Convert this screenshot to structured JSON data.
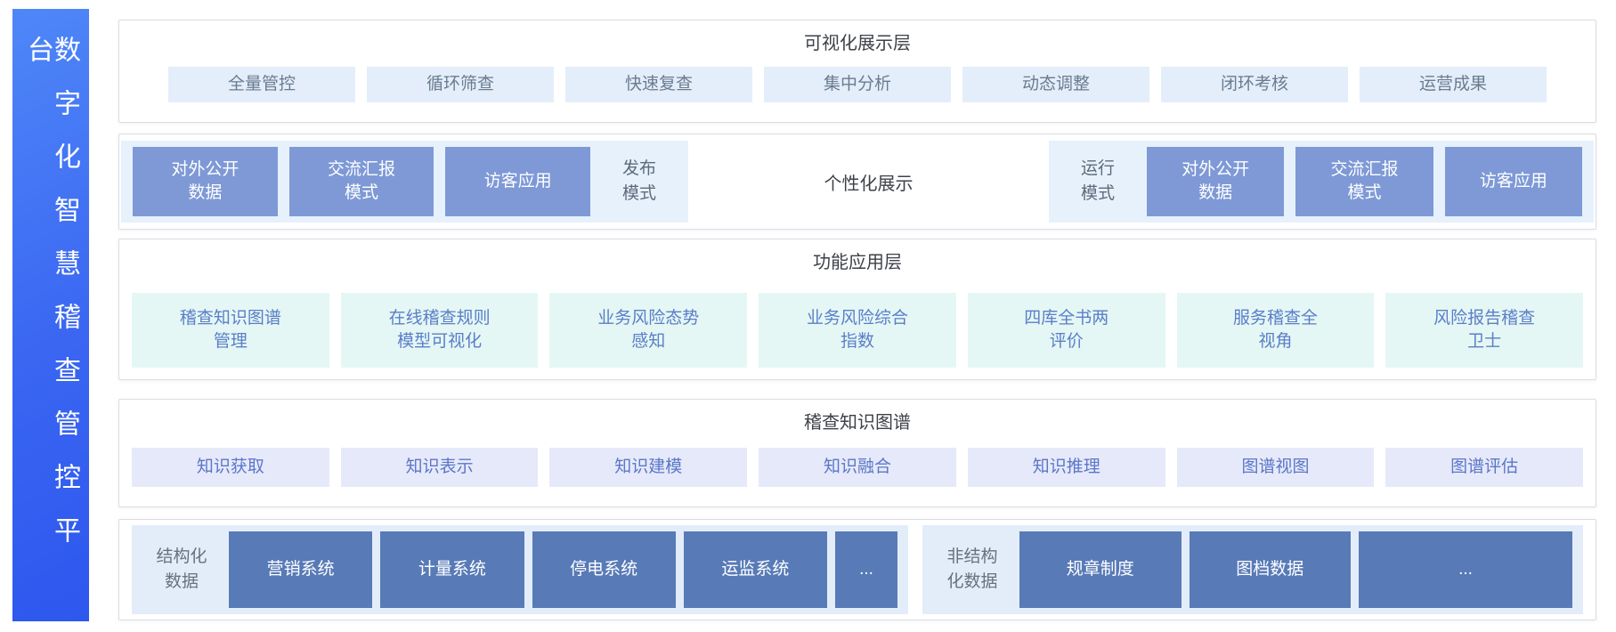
{
  "sidebar": {
    "title": "数字化智慧稽查管控平台"
  },
  "visual_layer": {
    "title": "可视化展示层",
    "items": [
      "全量管控",
      "循环筛查",
      "快速复查",
      "集中分析",
      "动态调整",
      "闭环考核",
      "运营成果"
    ]
  },
  "display_layer": {
    "center_title": "个性化展示",
    "publish_group": {
      "label": "发布\n模式",
      "items": [
        "对外公开\n数据",
        "交流汇报\n模式",
        "访客应用"
      ]
    },
    "run_group": {
      "label": "运行\n模式",
      "items": [
        "对外公开\n数据",
        "交流汇报\n模式",
        "访客应用"
      ]
    }
  },
  "function_layer": {
    "title": "功能应用层",
    "items": [
      "稽查知识图谱\n管理",
      "在线稽查规则\n模型可视化",
      "业务风险态势\n感知",
      "业务风险综合\n指数",
      "四库全书两\n评价",
      "服务稽查全\n视角",
      "风险报告稽查\n卫士"
    ]
  },
  "knowledge_layer": {
    "title": "稽查知识图谱",
    "items": [
      "知识获取",
      "知识表示",
      "知识建模",
      "知识融合",
      "知识推理",
      "图谱视图",
      "图谱评估"
    ]
  },
  "data_layer": {
    "structured": {
      "label": "结构化\n数据",
      "items": [
        "营销系统",
        "计量系统",
        "停电系统",
        "运监系统"
      ],
      "more": "..."
    },
    "unstructured": {
      "label": "非结构\n化数据",
      "items": [
        "规章制度",
        "图档数据"
      ],
      "more": "..."
    }
  },
  "colors": {
    "sidebar_gradient_start": "#4f87f8",
    "sidebar_gradient_end": "#2d57ee",
    "box_border": "#d9dde4",
    "title_text": "#3d4249",
    "chip_blue_bg": "#e3eefa",
    "chip_blue_text": "#6a7c90",
    "panel_bg": "#e7f1fb",
    "chip_periwinkle_bg": "#7e99d6",
    "muted_label": "#5d6b7c",
    "chip_mint_bg": "#e4f7f4",
    "chip_mint_text": "#5b7ec9",
    "chip_lavender_bg": "#e6e9f9",
    "chip_lavender_text": "#5b77c9",
    "data_panel_bg": "#e3edf9",
    "chip_steel_bg": "#587ab7",
    "data_label": "#68717e"
  }
}
